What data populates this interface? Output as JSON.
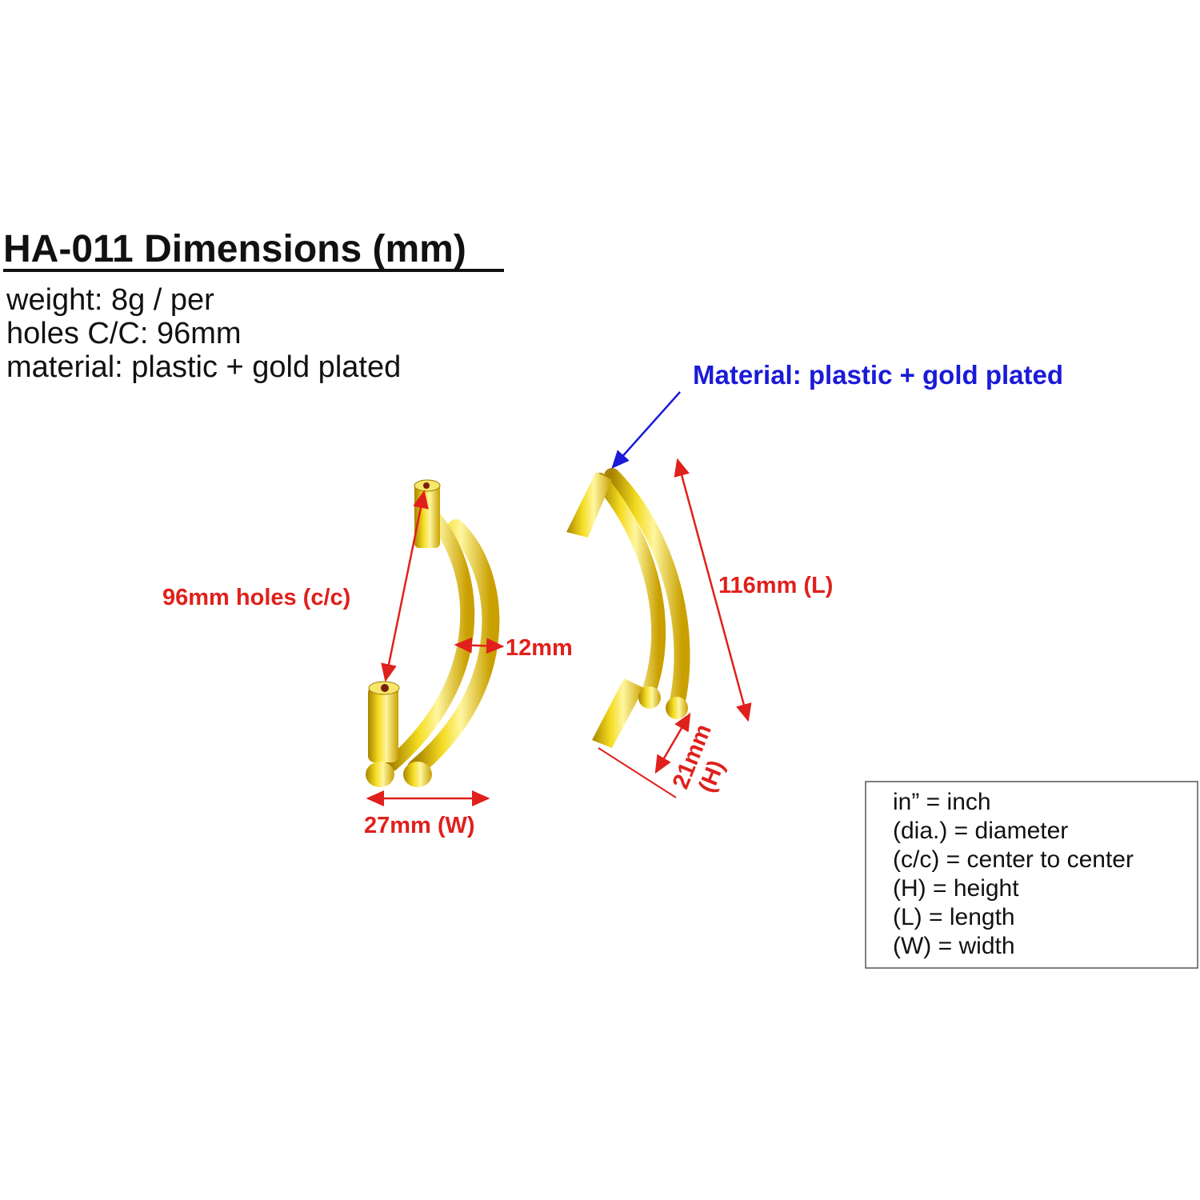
{
  "header": {
    "title": "HA-011 Dimensions (mm)",
    "specs": [
      "weight: 8g / per",
      "holes C/C: 96mm",
      "material: plastic + gold plated"
    ]
  },
  "callouts": {
    "material": "Material: plastic + gold plated",
    "holes": "96mm holes (c/c)",
    "thickness": "12mm",
    "width": "27mm (W)",
    "length": "116mm (L)",
    "height_value": "21mm",
    "height_unit": "(H)"
  },
  "legend": {
    "items": [
      "in” = inch",
      "(dia.) = diameter",
      "(c/c) = center to center",
      "(H) = height",
      "(L) = length",
      "(W) = width"
    ]
  },
  "colors": {
    "dimension": "#e0201c",
    "material": "#1a1ad8",
    "gold": "#e8c400"
  }
}
